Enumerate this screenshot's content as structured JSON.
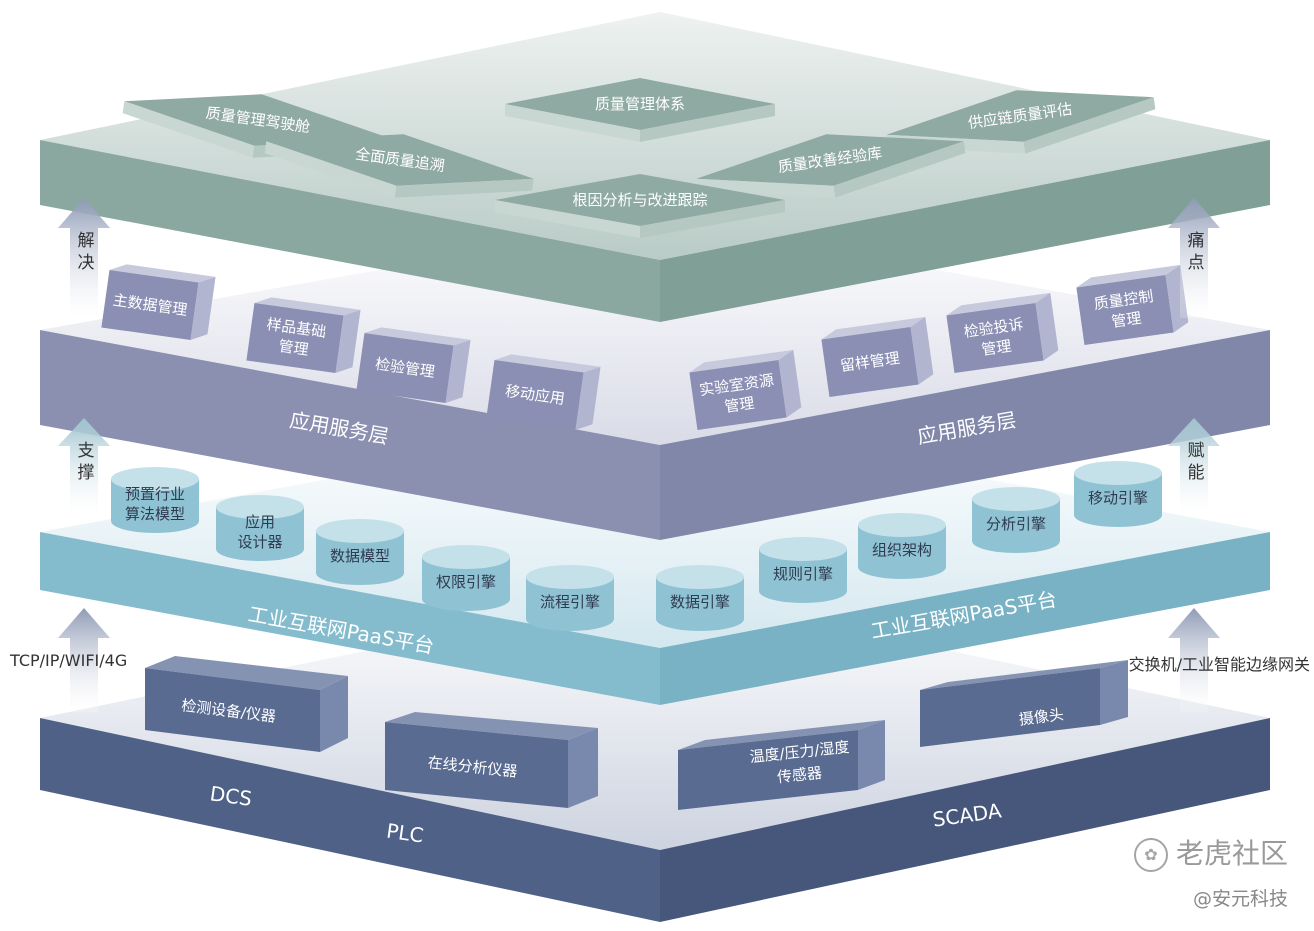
{
  "diagram": {
    "title": "Industrial internet quality management architecture",
    "colors": {
      "top_layer": "#8eaaa2",
      "top_layer_light": "#d9e3e0",
      "app_layer": "#8a8fb0",
      "app_block": "#a6a9c6",
      "paas_layer": "#7fb6c9",
      "paas_block": "#a8d0dc",
      "device_layer": "#4f6186",
      "device_block": "#5d6f96",
      "arrow": "#8f9bb6"
    },
    "layers": {
      "top": {
        "modules": [
          "质量管理驾驶舱",
          "质量管理体系",
          "供应链质量评估",
          "全面质量追溯",
          "质量改善经验库",
          "根因分析与改进跟踪"
        ]
      },
      "application": {
        "title_left": "应用服务层",
        "title_right": "应用服务层",
        "modules": [
          "主数据管理",
          "样品基础\n管理",
          "检验管理",
          "移动应用",
          "实验室资源\n管理",
          "留样管理",
          "检验投诉\n管理",
          "质量控制\n管理"
        ]
      },
      "paas": {
        "title_left": "工业互联网PaaS平台",
        "title_right": "工业互联网PaaS平台",
        "modules": [
          "预置行业\n算法模型",
          "应用\n设计器",
          "数据模型",
          "权限引擎",
          "流程引擎",
          "数据引擎",
          "规则引擎",
          "组织架构",
          "分析引擎",
          "移动引擎"
        ]
      },
      "device": {
        "labels": [
          "DCS",
          "PLC",
          "SCADA"
        ],
        "modules": [
          "检测设备/仪器",
          "在线分析仪器",
          "温度/压力/湿度\n传感器",
          "摄像头"
        ]
      }
    },
    "arrows": {
      "left_top": "解决",
      "right_top": "痛点",
      "left_mid": "支撑",
      "right_mid": "赋能",
      "left_bottom_label": "TCP/IP/WIFI/4G",
      "right_bottom_label": "交换机/工业智能边缘网关"
    },
    "watermark": {
      "brand": "老虎社区",
      "author": "@安元科技"
    }
  }
}
